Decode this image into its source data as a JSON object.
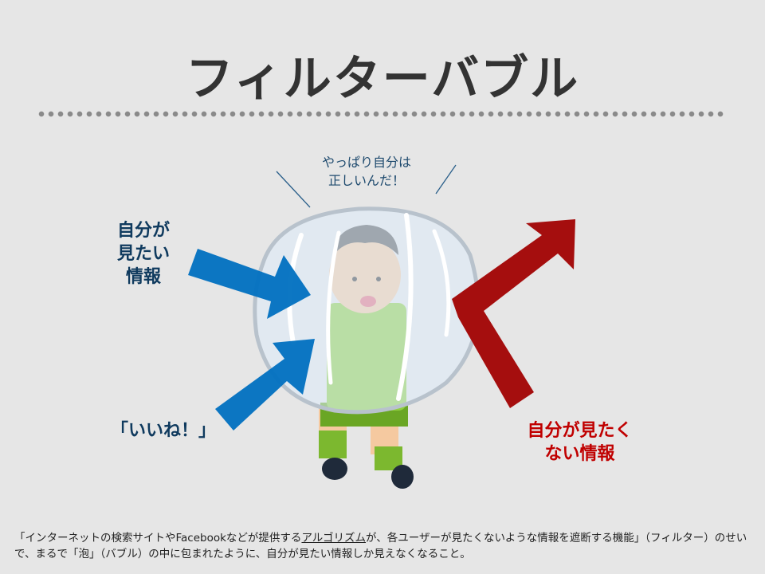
{
  "title": "フィルターバブル",
  "speech": {
    "line1": "やっぱり自分は",
    "line2": "正しいんだ！"
  },
  "left_labels": {
    "wanted": {
      "line1": "自分が",
      "line2": "見たい",
      "line3": "情報"
    },
    "like": "「いいね！」"
  },
  "right_label": {
    "line1": "自分が見たく",
    "line2": "ない情報"
  },
  "footer": {
    "pre": "「インターネットの検索サイトやFacebookなどが提供する",
    "link": "アルゴリズム",
    "post": "が、各ユーザーが見たくないような情報を遮断する機能」（フィルター）のせいで、まるで「泡」（バブル）の中に包まれたように、自分が見たい情報しか見えなくなること。"
  },
  "colors": {
    "background": "#e6e6e6",
    "blue_arrow": "#0070c0",
    "red_arrow": "#a50e0e",
    "title": "#333333"
  }
}
